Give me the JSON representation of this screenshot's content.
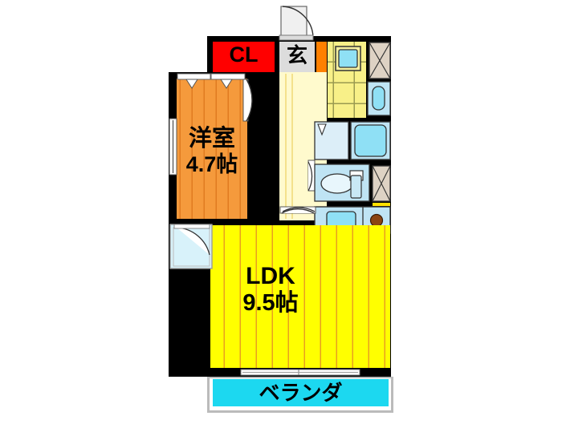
{
  "document": {
    "type": "floor-plan",
    "title": "1LDK apartment floor plan",
    "orientation": "plan-view"
  },
  "rooms": [
    {
      "id": "closet",
      "label": "CL",
      "sublabel": "",
      "fill": "#FF0000",
      "text_color": "#000000"
    },
    {
      "id": "genkan",
      "label": "玄",
      "sublabel": "",
      "fill": "#DCDCDC",
      "text_color": "#000000"
    },
    {
      "id": "bedroom",
      "label": "洋室",
      "sublabel": "4.7帖",
      "fill": "#F59A3C",
      "text_color": "#000000"
    },
    {
      "id": "ldk",
      "label": "LDK",
      "sublabel": "9.5帖",
      "fill": "#FFFF00",
      "text_color": "#000000"
    },
    {
      "id": "veranda",
      "label": "ベランダ",
      "sublabel": "",
      "fill": "#1CD8F0",
      "text_color": "#000000"
    }
  ],
  "fixtures": [
    {
      "id": "kitchen-sink",
      "name": "kitchen sink"
    },
    {
      "id": "stove-burner",
      "name": "stove burner"
    },
    {
      "id": "bathtub",
      "name": "bathtub"
    },
    {
      "id": "toilet",
      "name": "toilet"
    },
    {
      "id": "vanity-basin",
      "name": "vanity wash basin"
    },
    {
      "id": "washing-machine",
      "name": "washing machine space"
    },
    {
      "id": "balcony-small",
      "name": "small service balcony"
    },
    {
      "id": "entry-door",
      "name": "entrance door"
    },
    {
      "id": "bedroom-door",
      "name": "bedroom door"
    },
    {
      "id": "ldk-door",
      "name": "ldk door"
    },
    {
      "id": "bath-door",
      "name": "bathroom door"
    },
    {
      "id": "window-left",
      "name": "bedroom window"
    },
    {
      "id": "window-balcony",
      "name": "balcony sliding window"
    }
  ],
  "palette": {
    "wall": "#000000",
    "bedroom_floor": "#F59A3C",
    "bedroom_stripe": "#E07B20",
    "ldk_floor": "#FFFF00",
    "ldk_stripe": "#E8A020",
    "closet": "#FF0000",
    "genkan": "#DCDCDC",
    "hall": "#F8F088",
    "veranda": "#1CD8F0",
    "water_fixture": "#A8DCF0",
    "water_fixture_light": "#D6EEF8",
    "tile": "#F5F0A0",
    "hatch_box": "#DED2C4",
    "accent_orange": "#FF8000",
    "burner": "#8B4513",
    "door_white": "#FFFFFF"
  },
  "labels": {
    "closet": "CL",
    "genkan": "玄",
    "bedroom_name": "洋室",
    "bedroom_size": "4.7帖",
    "ldk_name": "LDK",
    "ldk_size": "9.5帖",
    "veranda": "ベランダ"
  }
}
